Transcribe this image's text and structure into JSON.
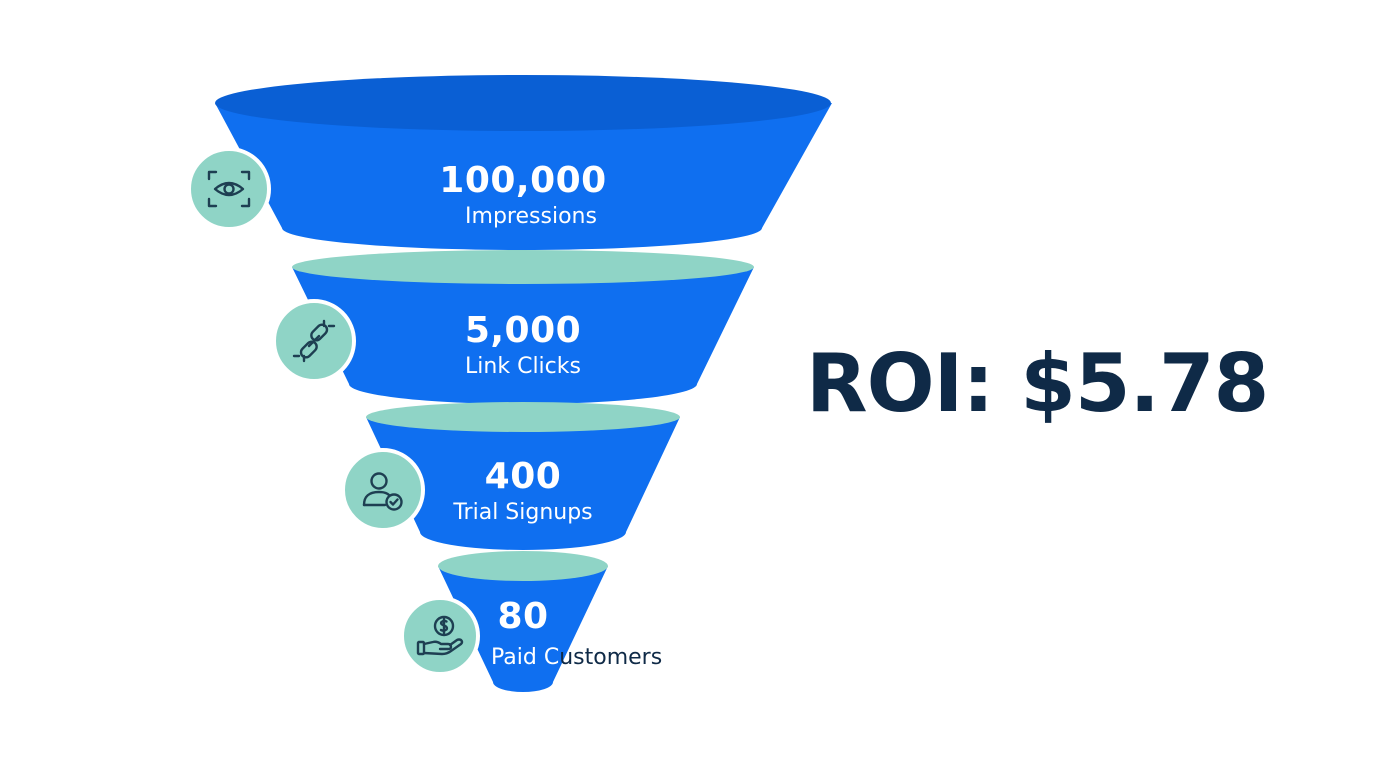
{
  "funnel": {
    "stages": [
      {
        "value": "100,000",
        "label": "Impressions",
        "icon": "eye-icon"
      },
      {
        "value": "5,000",
        "label": "Link Clicks",
        "icon": "link-icon"
      },
      {
        "value": "400",
        "label": "Trial Signups",
        "icon": "user-check-icon"
      },
      {
        "value": "80",
        "label": "Paid Customers",
        "icon": "hand-dollar-icon"
      }
    ]
  },
  "roi": {
    "text": "ROI: $5.78"
  },
  "colors": {
    "funnel_blue": "#0f6ff0",
    "rim_dark_blue": "#0a5fd4",
    "rim_teal": "#8fd4c6",
    "icon_circle": "#8fd4c6",
    "icon_stroke": "#1e3f52",
    "roi_text": "#0f2a47",
    "label_dark": "#0f2a47"
  }
}
